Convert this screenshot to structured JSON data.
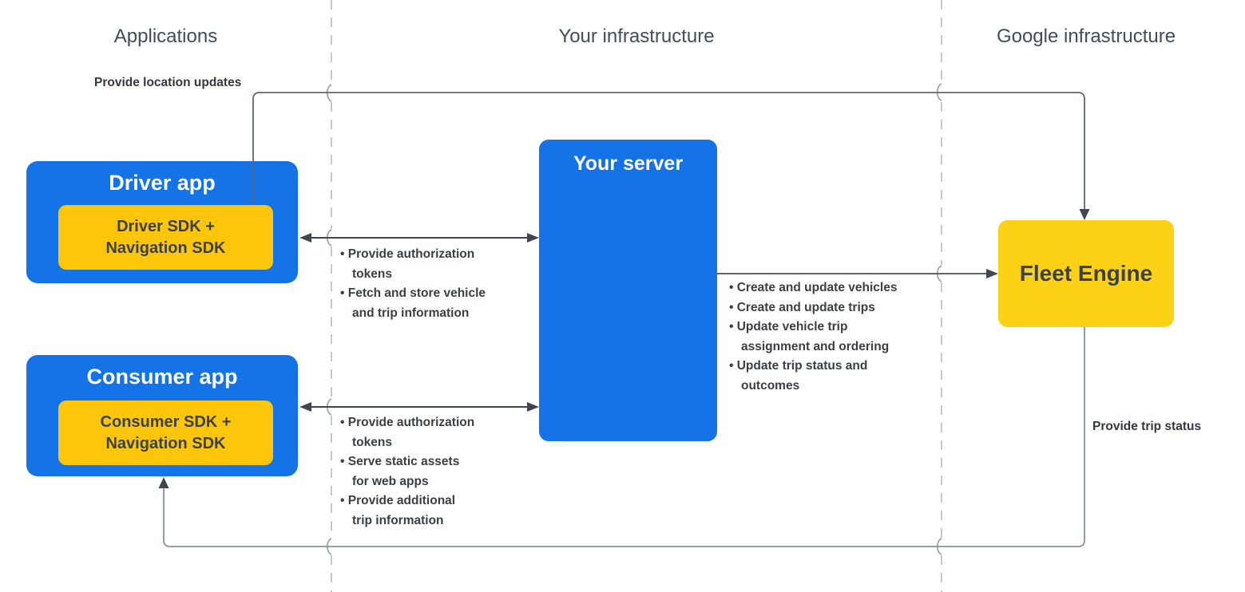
{
  "lanes": {
    "applications": "Applications",
    "your_infrastructure": "Your infrastructure",
    "google_infrastructure": "Google infrastructure"
  },
  "nodes": {
    "driver_app": {
      "title": "Driver app",
      "sdk": "Driver SDK +\nNavigation SDK"
    },
    "consumer_app": {
      "title": "Consumer app",
      "sdk": "Consumer SDK +\nNavigation SDK"
    },
    "your_server": {
      "title": "Your server"
    },
    "fleet_engine": {
      "title": "Fleet Engine"
    }
  },
  "edges": {
    "driver_to_fleet": {
      "label": "Provide location updates"
    },
    "fleet_to_consumer": {
      "label": "Provide trip status"
    },
    "driver_server": {
      "bullets": [
        "Provide authorization\ntokens",
        "Fetch and store vehicle\nand trip information"
      ]
    },
    "consumer_server": {
      "bullets": [
        "Provide authorization\ntokens",
        "Serve static assets\nfor web apps",
        "Provide additional\ntrip information"
      ]
    },
    "server_fleet": {
      "bullets": [
        "Create and update vehicles",
        "Create and update trips",
        "Update vehicle trip\nassignment and ordering",
        "Update trip status and\noutcomes"
      ]
    }
  },
  "colors": {
    "app_blue": "#1473e6",
    "sdk_yellow": "#fdc60b",
    "fleet_yellow": "#fcd116",
    "text_dark": "#3a3f46",
    "header_gray": "#414c5c",
    "connector_gray": "#5f6773",
    "dashed_gray": "#c5cad2"
  }
}
